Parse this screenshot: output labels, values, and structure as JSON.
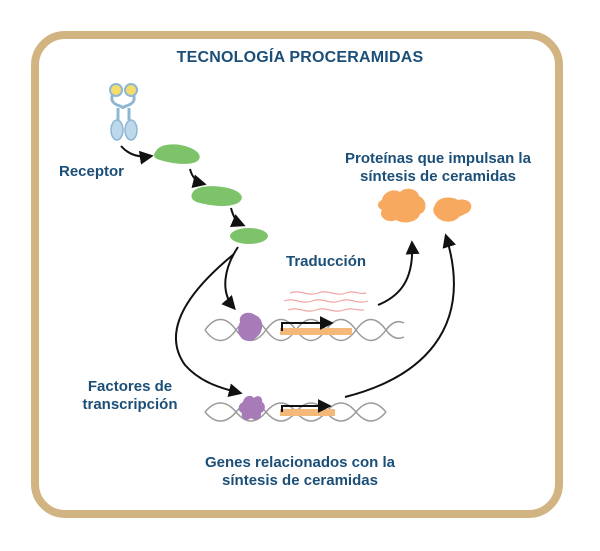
{
  "title": "TECNOLOGÍA PROCERAMIDAS",
  "labels": {
    "receptor": "Receptor",
    "proteins_line1": "Proteínas que impulsan la",
    "proteins_line2": "síntesis de ceramidas",
    "translation": "Traducción",
    "factors_line1": "Factores de",
    "factors_line2": "transcripción",
    "genes_line1": "Genes relacionados con la",
    "genes_line2": "síntesis de ceramidas"
  },
  "colors": {
    "border": "#d2b482",
    "text": "#1b4f78",
    "signal_protein": "#7dc36a",
    "protein": "#f7a960",
    "factor": "#a77bb8",
    "gene": "#f4b979",
    "mrna": "#f1a6a6",
    "dna": "#9b9b9b",
    "receptor_head": "#f5dd6a",
    "receptor_body": "#bcd8ea"
  },
  "icons": [
    "receptor-icon",
    "signal-protein-icon",
    "dna-strand-icon",
    "transcription-factor-icon",
    "mrna-icon",
    "protein-icon",
    "arrow-icon"
  ]
}
